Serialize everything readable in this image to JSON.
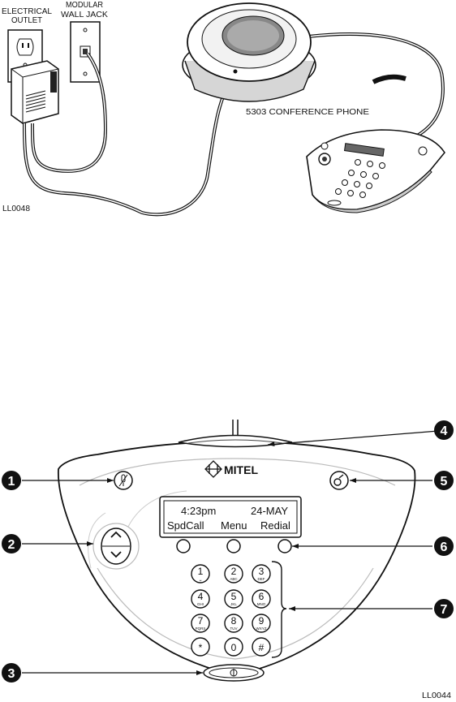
{
  "figure1": {
    "labels": {
      "outlet_line1": "ELECTRICAL",
      "outlet_line2": "OUTLET",
      "jack_line1": "MODULAR",
      "jack_line2": "WALL JACK",
      "phone_name": "5303  CONFERENCE PHONE",
      "figure_id": "LL0048"
    }
  },
  "figure2": {
    "brand": "MITEL",
    "display": {
      "time": "4:23pm",
      "date": "24-MAY",
      "softkeys": [
        "SpdCall",
        "Menu",
        "Redial"
      ]
    },
    "keypad": [
      {
        "digit": "1",
        "letters": "␣"
      },
      {
        "digit": "2",
        "letters": "ABC"
      },
      {
        "digit": "3",
        "letters": "DEF"
      },
      {
        "digit": "4",
        "letters": "GHI"
      },
      {
        "digit": "5",
        "letters": "JKL"
      },
      {
        "digit": "6",
        "letters": "MNO"
      },
      {
        "digit": "7",
        "letters": "PQRS"
      },
      {
        "digit": "8",
        "letters": "TUV"
      },
      {
        "digit": "9",
        "letters": "WXYZ"
      },
      {
        "digit": "*",
        "letters": ""
      },
      {
        "digit": "0",
        "letters": ""
      },
      {
        "digit": "#",
        "letters": ""
      }
    ],
    "callouts": [
      "1",
      "2",
      "3",
      "4",
      "5",
      "6",
      "7"
    ],
    "figure_id": "LL0044"
  }
}
